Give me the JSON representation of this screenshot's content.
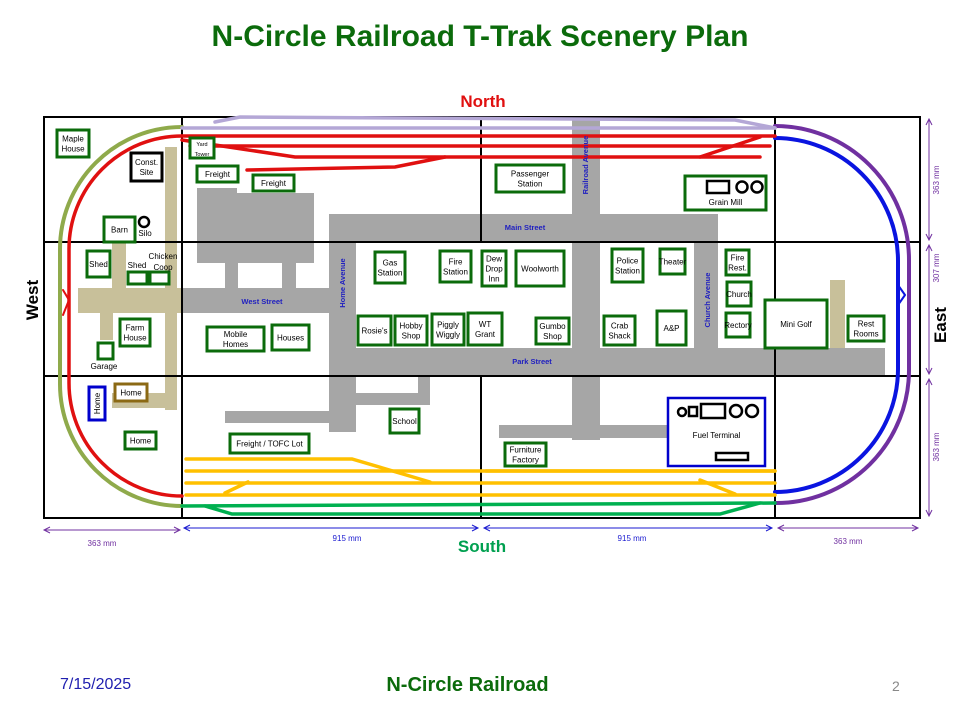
{
  "title": "N-Circle Railroad T-Trak Scenery Plan",
  "compass": {
    "north": "North",
    "south": "South",
    "west": "West",
    "east": "East"
  },
  "dimensions": {
    "bottom": [
      "363 mm",
      "915 mm",
      "915 mm",
      "363 mm"
    ],
    "right": [
      "363 mm",
      "307 mm",
      "363 mm"
    ]
  },
  "streets": [
    "West Street",
    "Main Street",
    "Park Street",
    "Home Avenue",
    "Railroad Avenue",
    "Church Avenue"
  ],
  "buildings": [
    {
      "lines": [
        "Maple",
        "House"
      ],
      "color": "#0b6b0b"
    },
    {
      "lines": [
        "Const.",
        "Site"
      ],
      "color": "#000000"
    },
    {
      "lines": [
        "Yard",
        "Tower"
      ],
      "color": "#0b6b0b"
    },
    {
      "lines": [
        "Freight"
      ],
      "color": "#0b6b0b"
    },
    {
      "lines": [
        "Freight"
      ],
      "color": "#0b6b0b"
    },
    {
      "lines": [
        "Barn"
      ],
      "color": "#0b6b0b"
    },
    {
      "lines": [
        "Shed"
      ],
      "color": "#0b6b0b"
    },
    {
      "lines": [],
      "color": "#0b6b0b"
    },
    {
      "lines": [],
      "color": "#0b6b0b"
    },
    {
      "lines": [
        "Farm",
        "House"
      ],
      "color": "#0b6b0b"
    },
    {
      "lines": [],
      "color": "#0b6b0b"
    },
    {
      "lines": [
        "Mobile",
        "Homes"
      ],
      "color": "#0b6b0b"
    },
    {
      "lines": [
        "Houses"
      ],
      "color": "#0b6b0b"
    },
    {
      "lines": [
        "Rosie's"
      ],
      "color": "#0b6b0b"
    },
    {
      "lines": [
        "Hobby",
        "Shop"
      ],
      "color": "#0b6b0b"
    },
    {
      "lines": [
        "Piggly",
        "Wiggly"
      ],
      "color": "#0b6b0b"
    },
    {
      "lines": [
        "WT",
        "Grant"
      ],
      "color": "#0b6b0b"
    },
    {
      "lines": [
        "Gumbo",
        "Shop"
      ],
      "color": "#0b6b0b"
    },
    {
      "lines": [
        "Gas",
        "Station"
      ],
      "color": "#0b6b0b"
    },
    {
      "lines": [
        "Fire",
        "Station"
      ],
      "color": "#0b6b0b"
    },
    {
      "lines": [
        "Dew",
        "Drop",
        "Inn"
      ],
      "color": "#0b6b0b"
    },
    {
      "lines": [
        "Woolworth"
      ],
      "color": "#0b6b0b"
    },
    {
      "lines": [
        "Passenger",
        "Station"
      ],
      "color": "#0b6b0b"
    },
    {
      "lines": [
        "Police",
        "Station"
      ],
      "color": "#0b6b0b"
    },
    {
      "lines": [
        "Theater"
      ],
      "color": "#0b6b0b"
    },
    {
      "lines": [
        "Crab",
        "Shack"
      ],
      "color": "#0b6b0b"
    },
    {
      "lines": [
        "A&P"
      ],
      "color": "#0b6b0b"
    },
    {
      "lines": [
        "Fire",
        "Rest."
      ],
      "color": "#0b6b0b"
    },
    {
      "lines": [
        "Church"
      ],
      "color": "#0b6b0b"
    },
    {
      "lines": [
        "Rectory"
      ],
      "color": "#0b6b0b"
    },
    {
      "lines": [
        "Mini Golf"
      ],
      "color": "#0b6b0b"
    },
    {
      "lines": [
        "Rest",
        "Rooms"
      ],
      "color": "#0b6b0b"
    },
    {
      "lines": [
        "Grain Mill"
      ],
      "color": "#0b6b0b"
    },
    {
      "lines": [
        "Home"
      ],
      "color": "#0000cc"
    },
    {
      "lines": [
        "Home"
      ],
      "color": "#8b6914"
    },
    {
      "lines": [
        "Home"
      ],
      "color": "#0b6b0b"
    },
    {
      "lines": [
        "Freight / TOFC Lot"
      ],
      "color": "#0b6b0b"
    },
    {
      "lines": [
        "School"
      ],
      "color": "#0b6b0b"
    },
    {
      "lines": [
        "Furniture",
        "Factory"
      ],
      "color": "#0b6b0b"
    },
    {
      "lines": [
        "Fuel Terminal"
      ],
      "color": "#0000cc"
    }
  ],
  "free_labels": {
    "silo": "Silo",
    "shed2": "Shed",
    "chicken_coop": [
      "Chicken",
      "Coop"
    ],
    "garage": "Garage"
  },
  "colors": {
    "road": "#a6a6a6",
    "farm_road": "#c8c09a",
    "track_red": "#e01010",
    "track_olive": "#8faa4b",
    "track_lavender": "#b4a7d6",
    "track_purple": "#7030a0",
    "track_blue": "#0a14e0",
    "track_yellow": "#ffc000",
    "track_green": "#00b050",
    "building": "#0b6b0b",
    "street_label": "#2020c0"
  },
  "footer": {
    "date": "7/15/2025",
    "title": "N-Circle Railroad",
    "page": "2"
  }
}
